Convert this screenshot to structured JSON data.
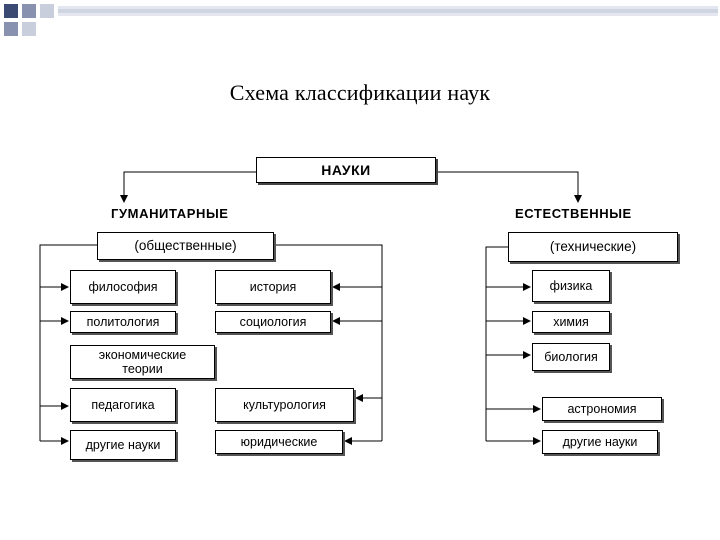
{
  "title": "Схема классификации наук",
  "colors": {
    "corner_dark": "#3b4a73",
    "corner_mid": "#8892b0",
    "corner_light": "#c9cedd",
    "line": "#000000"
  },
  "root": "НАУКИ",
  "left": {
    "category": "ГУМАНИТАРНЫЕ",
    "subtitle": "(общественные)",
    "items": [
      "философия",
      "история",
      "политология",
      "социология",
      "экономические теории",
      "педагогика",
      "культурология",
      "другие науки",
      "юридические"
    ]
  },
  "right": {
    "category": "ЕСТЕСТВЕННЫЕ",
    "subtitle": "(технические)",
    "items": [
      "физика",
      "химия",
      "биология",
      "астрономия",
      "другие науки"
    ]
  }
}
